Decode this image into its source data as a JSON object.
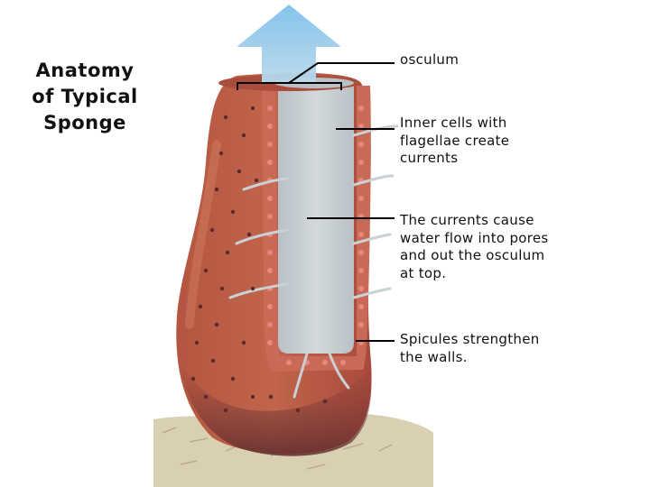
{
  "title": {
    "lines": [
      "Anatomy",
      "of Typical",
      "Sponge"
    ]
  },
  "labels": {
    "osculum": {
      "lines": [
        "osculum"
      ]
    },
    "inner_cells": {
      "lines": [
        "Inner cells with",
        "flagellae create",
        "currents"
      ]
    },
    "currents": {
      "lines": [
        "The currents cause",
        "water flow into pores",
        "and out the osculum",
        "at top."
      ]
    },
    "spicules": {
      "lines": [
        "Spicules strengthen",
        "the walls."
      ]
    }
  },
  "colors": {
    "sponge_body": "#b95a44",
    "sponge_dark": "#7d3a34",
    "interior": "#c4ccd0",
    "flow_arrow": "#8ec5e8",
    "leader_line": "#000000",
    "ground": "#d9cfb2"
  }
}
